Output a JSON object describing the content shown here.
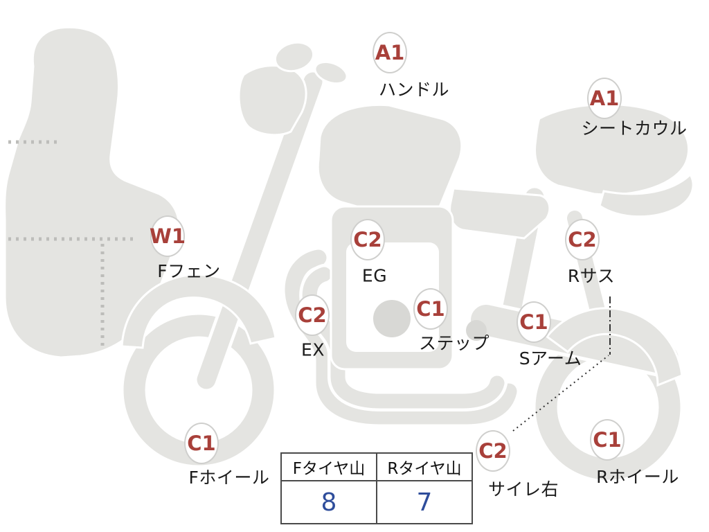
{
  "diagram": {
    "markers": [
      {
        "id": "handlebar",
        "code": "A1",
        "label": "ハンドル"
      },
      {
        "id": "seat-cowl",
        "code": "A1",
        "label": "シートカウル"
      },
      {
        "id": "front-fender",
        "code": "W1",
        "label": "Fフェン"
      },
      {
        "id": "engine",
        "code": "C2",
        "label": "EG"
      },
      {
        "id": "rear-suspension",
        "code": "C2",
        "label": "Rサス"
      },
      {
        "id": "exhaust",
        "code": "C2",
        "label": "EX"
      },
      {
        "id": "step",
        "code": "C1",
        "label": "ステップ"
      },
      {
        "id": "swing-arm",
        "code": "C1",
        "label": "Sアーム"
      },
      {
        "id": "front-wheel",
        "code": "C1",
        "label": "Fホイール"
      },
      {
        "id": "silencer-right",
        "code": "C2",
        "label": "サイレ右"
      },
      {
        "id": "rear-wheel",
        "code": "C1",
        "label": "Rホイール"
      }
    ],
    "tire_table": {
      "front_header": "Fタイヤ山",
      "rear_header": "Rタイヤ山",
      "front_value": "8",
      "rear_value": "7"
    },
    "colors": {
      "marker_code_text": "#a8403a",
      "tire_value_text": "#2e4d9b",
      "body_fill": "#e4e4e1",
      "marker_border": "#cfcfcd"
    }
  }
}
